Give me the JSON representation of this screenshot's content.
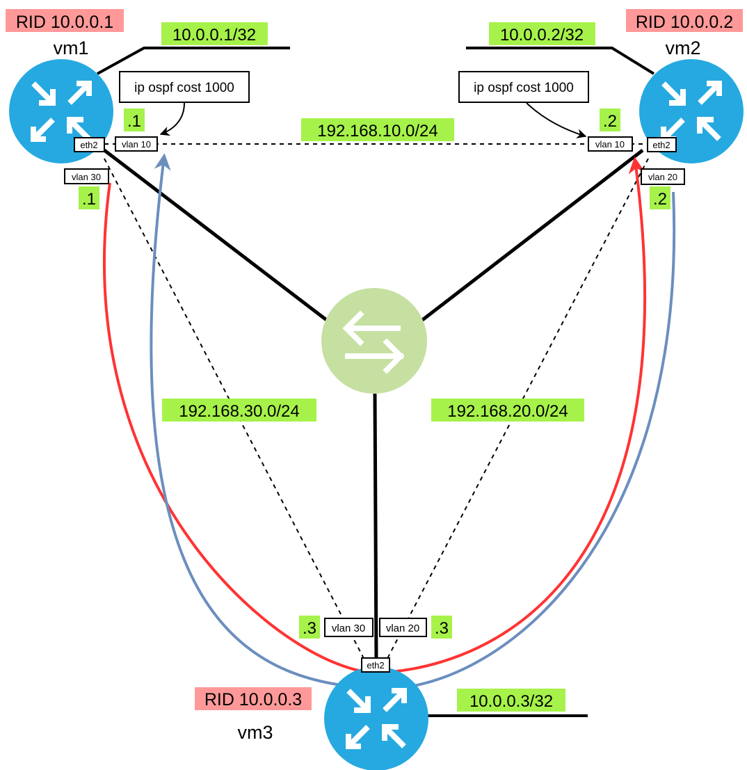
{
  "routers": {
    "vm1": {
      "name": "vm1",
      "rid": "RID 10.0.0.1",
      "loopback": "10.0.0.1/32"
    },
    "vm2": {
      "name": "vm2",
      "rid": "RID 10.0.0.2",
      "loopback": "10.0.0.2/32"
    },
    "vm3": {
      "name": "vm3",
      "rid": "RID 10.0.0.3",
      "loopback": "10.0.0.3/32"
    }
  },
  "subnets": {
    "vlan10": "192.168.10.0/24",
    "vlan20": "192.168.20.0/24",
    "vlan30": "192.168.30.0/24"
  },
  "ports": {
    "vm1_eth": "eth2",
    "vm1_vlan10": "vlan 10",
    "vm1_vlan30": "vlan 30",
    "vm2_eth": "eth2",
    "vm2_vlan10": "vlan 10",
    "vm2_vlan20": "vlan 20",
    "vm3_eth": "eth2",
    "vm3_vlan30": "vlan 30",
    "vm3_vlan20": "vlan 20"
  },
  "host_ids": {
    "vm1_vlan10": ".1",
    "vm1_vlan30": ".1",
    "vm2_vlan10": ".2",
    "vm2_vlan20": ".2",
    "vm3_vlan30": ".3",
    "vm3_vlan20": ".3"
  },
  "annotations": {
    "vm1_cost": "ip ospf cost 1000",
    "vm2_cost": "ip ospf cost 1000"
  },
  "colors": {
    "router": "#26a9e0",
    "switch": "#c5e0a0",
    "highlight_green": "#a6f24a",
    "highlight_red": "#ff9999",
    "path_red": "#ff3333",
    "path_blue": "#6c8ebf"
  },
  "icons": {
    "router": "router-icon",
    "switch": "switch-icon"
  }
}
